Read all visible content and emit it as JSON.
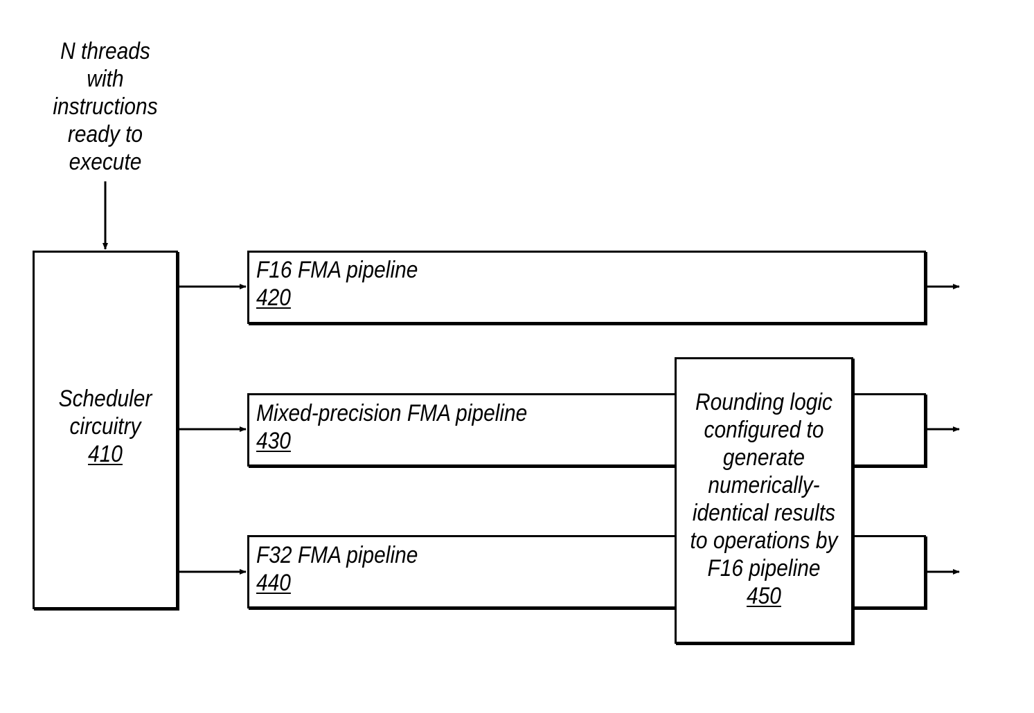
{
  "input_label": {
    "lines": [
      "N threads",
      "with",
      "instructions",
      "ready to",
      "execute"
    ]
  },
  "scheduler": {
    "lines": [
      "Scheduler",
      "circuitry"
    ],
    "ref": "410"
  },
  "f16_pipeline": {
    "title": "F16 FMA pipeline",
    "ref": "420"
  },
  "mixed_pipeline": {
    "title": "Mixed-precision FMA pipeline",
    "ref": "430"
  },
  "f32_pipeline": {
    "title": "F32 FMA pipeline",
    "ref": "440"
  },
  "rounding_logic": {
    "lines": [
      "Rounding logic",
      "configured to",
      "generate",
      "numerically-",
      "identical results",
      "to operations by",
      "F16 pipeline"
    ],
    "ref": "450"
  }
}
